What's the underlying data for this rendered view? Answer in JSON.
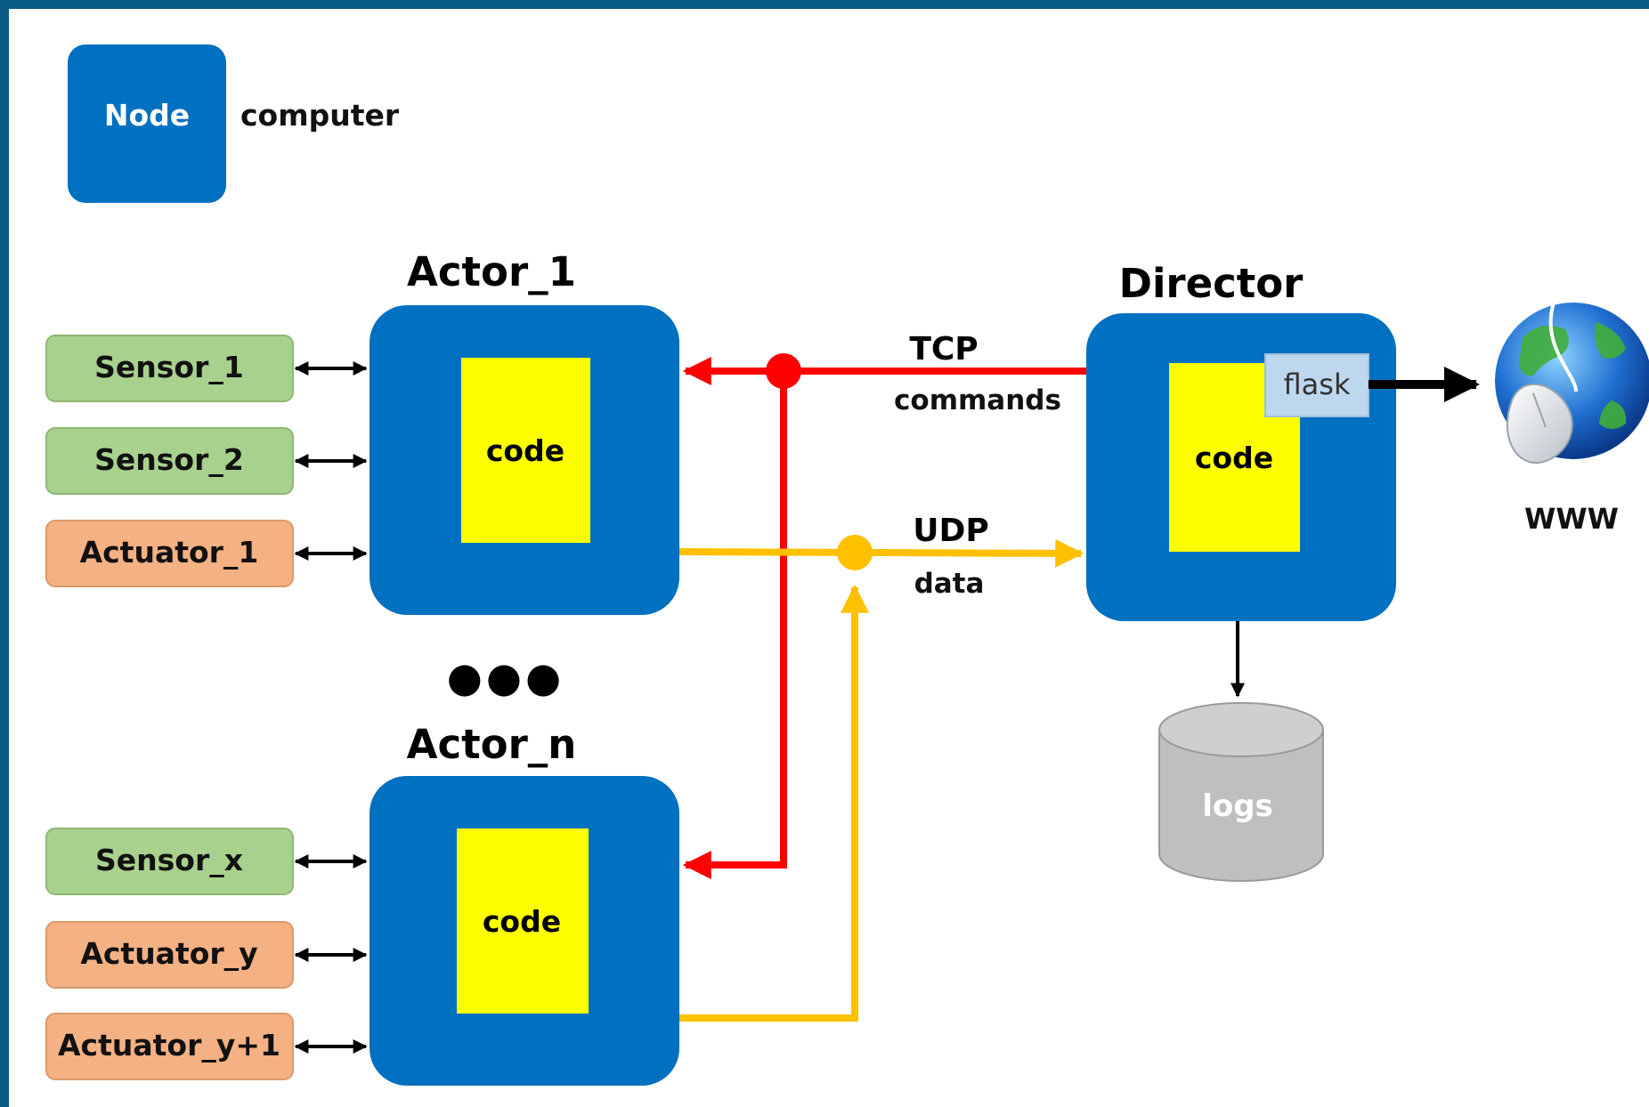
{
  "legend": {
    "node_label": "Node",
    "description": "computer"
  },
  "actors": [
    {
      "title": "Actor_1",
      "code_label": "code",
      "devices": [
        {
          "label": "Sensor_1",
          "kind": "sensor"
        },
        {
          "label": "Sensor_2",
          "kind": "sensor"
        },
        {
          "label": "Actuator_1",
          "kind": "actuator"
        }
      ]
    },
    {
      "title": "Actor_n",
      "code_label": "code",
      "devices": [
        {
          "label": "Sensor_x",
          "kind": "sensor"
        },
        {
          "label": "Actuator_y",
          "kind": "actuator"
        },
        {
          "label": "Actuator_y+1",
          "kind": "actuator"
        }
      ]
    }
  ],
  "ellipsis": "●●●",
  "director": {
    "title": "Director",
    "code_label": "code",
    "flask_label": "flask"
  },
  "links": {
    "tcp": {
      "protocol": "TCP",
      "label": "commands",
      "color": "#ff0000"
    },
    "udp": {
      "protocol": "UDP",
      "label": "data",
      "color": "#ffc000"
    }
  },
  "web": {
    "label": "WWW",
    "icon": "globe-mouse-icon"
  },
  "logs": {
    "label": "logs",
    "icon": "database-cylinder-icon"
  },
  "colors": {
    "node": "#0070c0",
    "code": "#ffff00",
    "sensor_fill": "#a9d18e",
    "actuator_fill": "#f4b183",
    "flask_fill": "#bdd7ee",
    "logs_fill": "#bfbfbf"
  }
}
